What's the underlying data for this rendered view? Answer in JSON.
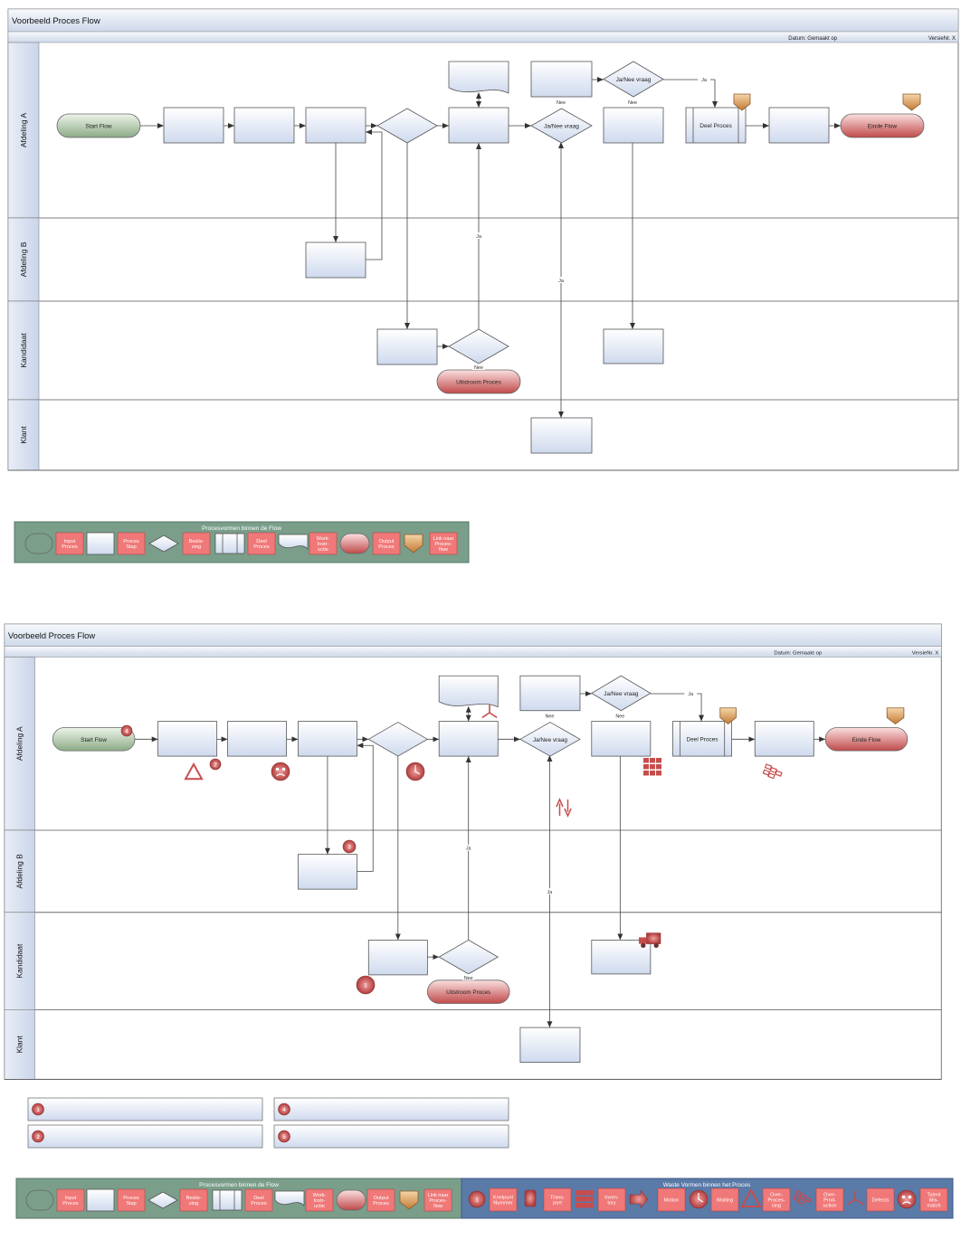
{
  "diagrams": [
    {
      "title": "Voorbeeld Proces Flow",
      "datum": "Datum: Gemaakt op",
      "versie": "VersieNr. X",
      "lanes": [
        "Afdeling A",
        "Afdeling B",
        "Kandidaat",
        "Klant"
      ],
      "labels": {
        "start": "Start Flow",
        "end": "Einde Flow",
        "decision": "Ja/Nee vraag",
        "deel": "Deel Proces",
        "uitstroom": "Uitstroom Proces",
        "ja": "Ja",
        "nee": "Nee"
      }
    },
    {
      "title": "Voorbeeld Proces Flow",
      "datum": "Datum: Gemaakt op",
      "versie": "VersieNr. X",
      "lanes": [
        "Afdeling A",
        "Afdeling B",
        "Kandidaat",
        "Klant"
      ],
      "labels": {
        "start": "Start Flow",
        "end": "Einde Flow",
        "decision": "Ja/Nee vraag",
        "deel": "Deel Proces",
        "uitstroom": "Uitstroom Proces",
        "ja": "Ja",
        "nee": "Nee"
      },
      "knelpunt_badges": [
        "4",
        "2",
        "3",
        "1"
      ]
    }
  ],
  "knelpunt_boxes": [
    "1",
    "4",
    "2",
    "5"
  ],
  "legend_process": {
    "title": "Procesvormen binnen de Flow",
    "labels": [
      [
        "Input",
        "Proces"
      ],
      [
        "Proces",
        "Stap"
      ],
      [
        "Beslis-",
        "sing"
      ],
      [
        "Deel",
        "Proces"
      ],
      [
        "Work-",
        "Instr-",
        "uctie"
      ],
      [
        "Output",
        "Proces"
      ],
      [
        "Link naar",
        "Proces-",
        "flow"
      ]
    ]
  },
  "legend_waste": {
    "title": "Waste Vormen binnen het Proces",
    "badge": "1",
    "labels": [
      [
        "Knelpunt",
        "Nummer"
      ],
      [
        "Trans-",
        "port"
      ],
      [
        "Inven-",
        "tory"
      ],
      [
        "Motion"
      ],
      [
        "Waiting"
      ],
      [
        "Over-",
        "Proces-",
        "sing"
      ],
      [
        "Over-",
        "Prod-",
        "uction"
      ],
      [
        "Defects"
      ],
      [
        "Talent",
        "Mis-",
        "match"
      ]
    ]
  },
  "colors": {
    "accent_red": "#c84c4c",
    "label_pink": "#f07878",
    "legend_green": "#7a9e8a",
    "legend_blue": "#5a7aa8",
    "lane_header": "#dde5f2"
  }
}
